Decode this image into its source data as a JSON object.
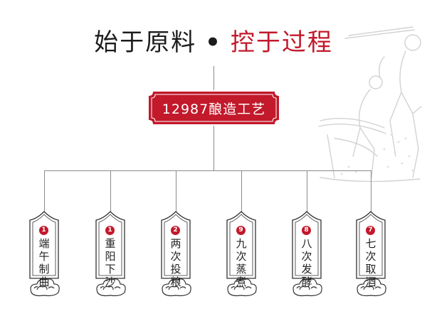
{
  "title": {
    "part1": "始于原料",
    "separator": "•",
    "part2": "控于过程"
  },
  "center_node": {
    "label": "12987酿造工艺"
  },
  "steps": [
    {
      "number": "1",
      "label": "端午制曲"
    },
    {
      "number": "1",
      "label": "重阳下沙"
    },
    {
      "number": "2",
      "label": "两次投粮"
    },
    {
      "number": "9",
      "label": "九次蒸煮"
    },
    {
      "number": "8",
      "label": "八次发酵"
    },
    {
      "number": "7",
      "label": "七次取酒"
    }
  ],
  "colors": {
    "accent_red": "#c2192b",
    "text_dark": "#1c1c1c",
    "line_gray": "#8a8a8a"
  },
  "icons": [
    "cloud-ornament-icon",
    "brewing-workers-illustration"
  ]
}
